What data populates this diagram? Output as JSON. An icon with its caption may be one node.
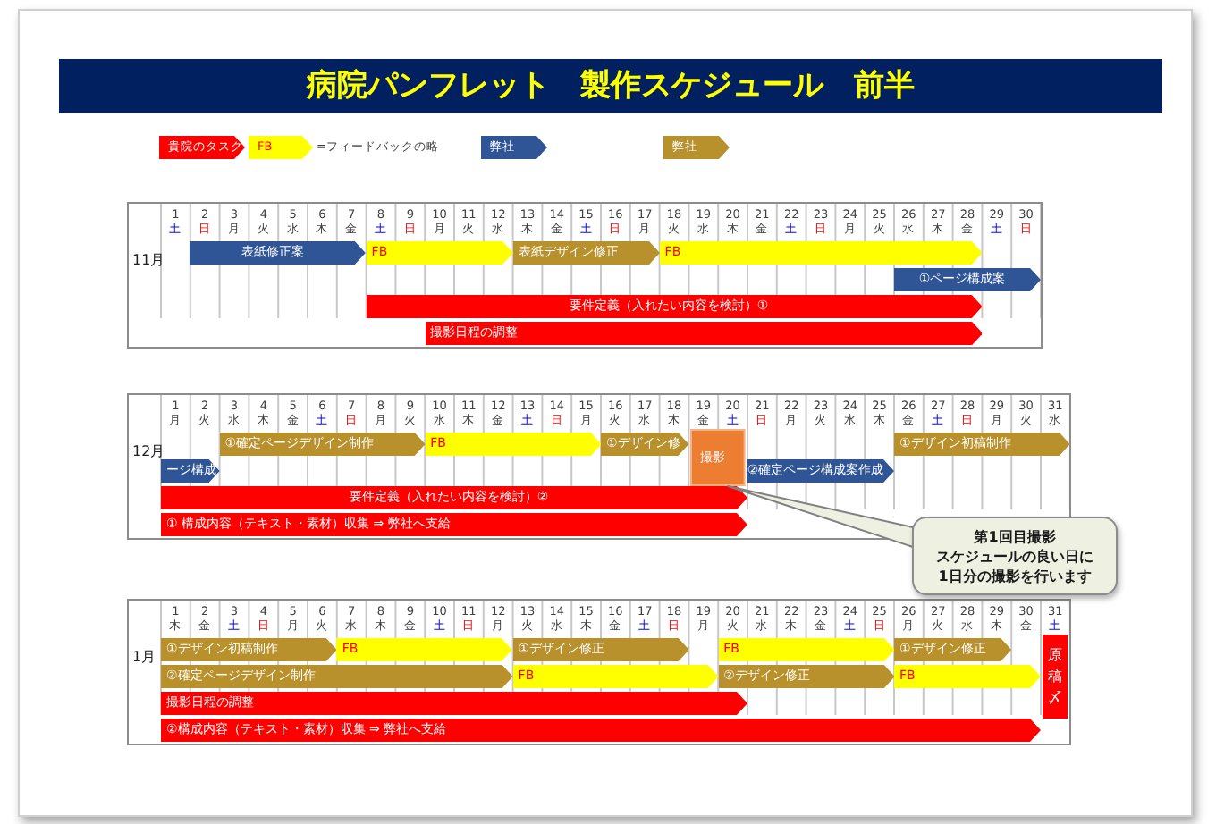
{
  "diagram": {
    "title": "病院パンフレット　製作スケジュール　前半",
    "nodes": [
      {
        "text": [
          "11月"
        ]
      },
      {
        "text": [
          "表紙修正案"
        ],
        "in": 0
      },
      {
        "text": [
          "FB"
        ],
        "in": 0
      },
      {
        "text": [
          "表紙デザイン修正"
        ],
        "in": 0
      },
      {
        "text": [
          "FB"
        ],
        "in": 0
      },
      {
        "text": [
          "①ページ構成案"
        ],
        "in": 0
      },
      {
        "text": [
          "要件定義（入れたい内容を検討）①"
        ],
        "in": 0
      },
      {
        "text": [
          "撮影日程の調整"
        ],
        "in": 0
      },
      {
        "text": [
          "12月"
        ]
      },
      {
        "text": [
          "①確定ページデザイン制作"
        ],
        "in": 8
      },
      {
        "text": [
          "FB"
        ],
        "in": 8
      },
      {
        "text": [
          "①デザイン修"
        ],
        "in": 8
      },
      {
        "text": [
          "撮影"
        ],
        "in": 8
      },
      {
        "text": [
          "①デザイン初稿制作"
        ],
        "in": 8
      },
      {
        "text": [
          "ージ構成"
        ],
        "in": 8
      },
      {
        "text": [
          "②確定ページ構成案作成"
        ],
        "in": 8
      },
      {
        "text": [
          "要件定義（入れたい内容を検討）②"
        ],
        "in": 8
      },
      {
        "text": [
          "① 構成内容（テキスト・素材）収集 ⇒ 弊社へ支給"
        ],
        "in": 8
      },
      {
        "text": [
          "第1回目撮影",
          "スケジュールの良い日に1日分の撮影を行います"
        ]
      },
      {
        "text": [
          "1月"
        ]
      },
      {
        "text": [
          "①デザイン初稿制作"
        ],
        "in": 19
      },
      {
        "text": [
          "FB"
        ],
        "in": 19
      },
      {
        "text": [
          "①デザイン修正"
        ],
        "in": 19
      },
      {
        "text": [
          "FB"
        ],
        "in": 19
      },
      {
        "text": [
          "①デザイン修正"
        ],
        "in": 19
      },
      {
        "text": [
          "原稿〆"
        ],
        "in": 19
      },
      {
        "text": [
          "②確定ページデザイン制作"
        ],
        "in": 19
      },
      {
        "text": [
          "FB"
        ],
        "in": 19
      },
      {
        "text": [
          "②デザイン修正"
        ],
        "in": 19
      },
      {
        "text": [
          "FB"
        ],
        "in": 19
      },
      {
        "text": [
          "撮影日程の調整"
        ],
        "in": 19
      },
      {
        "text": [
          "②構成内容（テキスト・素材）収集 ⇒ 弊社へ支給"
        ],
        "in": 19
      }
    ],
    "edges": [
      {
        "from": 18,
        "to": 12,
        "arrow": "none"
      }
    ],
    "labels": [
      "=フィードバックの略",
      "1",
      "2",
      "3",
      "4",
      "5",
      "6",
      "7",
      "8",
      "9",
      "10",
      "11",
      "12",
      "13",
      "14",
      "15",
      "16",
      "17",
      "18",
      "19",
      "20",
      "21",
      "22",
      "23",
      "24",
      "25",
      "26",
      "27",
      "28",
      "29",
      "30",
      "土",
      "日",
      "月",
      "火",
      "水",
      "木",
      "金",
      "土",
      "日",
      "月",
      "火",
      "水",
      "木",
      "金",
      "土",
      "日",
      "月",
      "火",
      "水",
      "木",
      "金",
      "土",
      "日",
      "月",
      "火",
      "水",
      "木",
      "金",
      "土",
      "日",
      "1",
      "2",
      "3",
      "4",
      "5",
      "6",
      "7",
      "8",
      "9",
      "10",
      "11",
      "12",
      "13",
      "14",
      "15",
      "16",
      "17",
      "18",
      "19",
      "20",
      "21",
      "22",
      "23",
      "24",
      "25",
      "26",
      "27",
      "28",
      "29",
      "30",
      "31",
      "月",
      "火",
      "水",
      "木",
      "金",
      "土",
      "日",
      "月",
      "火",
      "水",
      "木",
      "金",
      "土",
      "日",
      "月",
      "火",
      "水",
      "木",
      "金",
      "土",
      "日",
      "月",
      "火",
      "水",
      "木",
      "金",
      "土",
      "日",
      "月",
      "火",
      "水",
      "1",
      "2",
      "3",
      "4",
      "5",
      "6",
      "7",
      "8",
      "9",
      "10",
      "11",
      "12",
      "13",
      "14",
      "15",
      "16",
      "17",
      "18",
      "19",
      "20",
      "21",
      "22",
      "23",
      "24",
      "25",
      "26",
      "27",
      "28",
      "29",
      "30",
      "31",
      "木",
      "金",
      "土",
      "日",
      "月",
      "火",
      "水",
      "木",
      "金",
      "土",
      "日",
      "月",
      "火",
      "水",
      "木",
      "金",
      "土",
      "日",
      "月",
      "火",
      "水",
      "木",
      "金",
      "土",
      "日",
      "月",
      "火",
      "水",
      "木",
      "金",
      "土"
    ],
    "legend": [
      {
        "text": "貴院のタスク",
        "color": "#ff0000"
      },
      {
        "text": "FB",
        "color": "#ffff00"
      },
      {
        "text": "弊社",
        "color": "#2f5597"
      },
      {
        "text": "弊社",
        "color": "#b8902c"
      }
    ]
  }
}
